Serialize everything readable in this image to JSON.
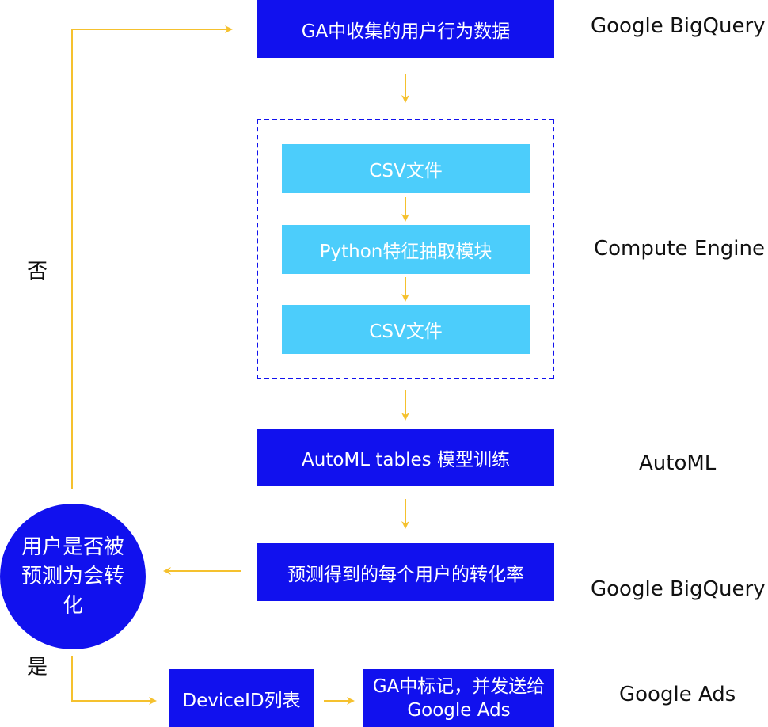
{
  "nodes": {
    "ga_data": "GA中收集的用户行为数据",
    "csv1": "CSV文件",
    "python": "Python特征抽取模块",
    "csv2": "CSV文件",
    "automl": "AutoML tables 模型训练",
    "prediction": "预测得到的每个用户的转化率",
    "decision": "用户是否被预测为会转化",
    "device_list": "DeviceID列表",
    "ga_mark": "GA中标记，并发送给Google Ads"
  },
  "labels": {
    "no": "否",
    "yes": "是"
  },
  "platforms": {
    "bigquery_top": "Google BigQuery",
    "compute_engine": "Compute Engine",
    "automl": "AutoML",
    "bigquery_bottom": "Google BigQuery",
    "google_ads": "Google Ads"
  },
  "colors": {
    "primary_blue": "#1111ee",
    "light_blue": "#4ccdfb",
    "arrow_yellow": "#f5c12e"
  }
}
